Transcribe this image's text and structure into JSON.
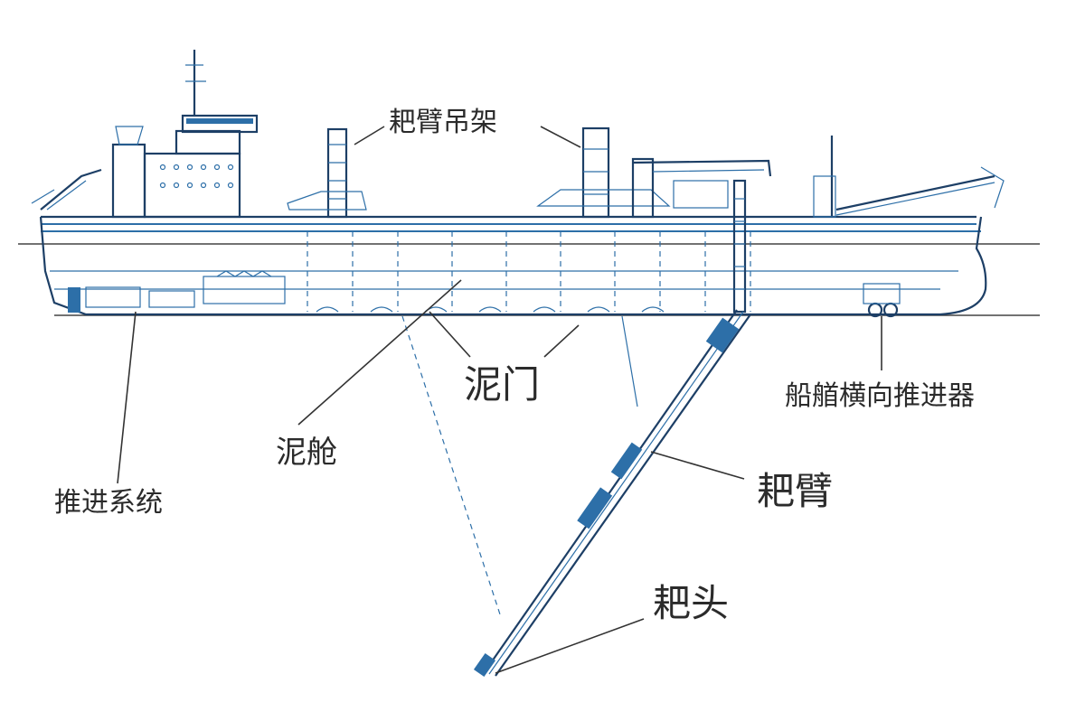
{
  "labels": {
    "drag_gantry": "耙臂吊架",
    "mud_door": "泥门",
    "bow_thruster": "船艏横向推进器",
    "hopper": "泥舱",
    "drag_arm": "耙臂",
    "propulsion": "推进系统",
    "draghead": "耙头"
  },
  "colors": {
    "drawing_line": "#2d6fa8",
    "label_text": "#2b2b2b"
  }
}
